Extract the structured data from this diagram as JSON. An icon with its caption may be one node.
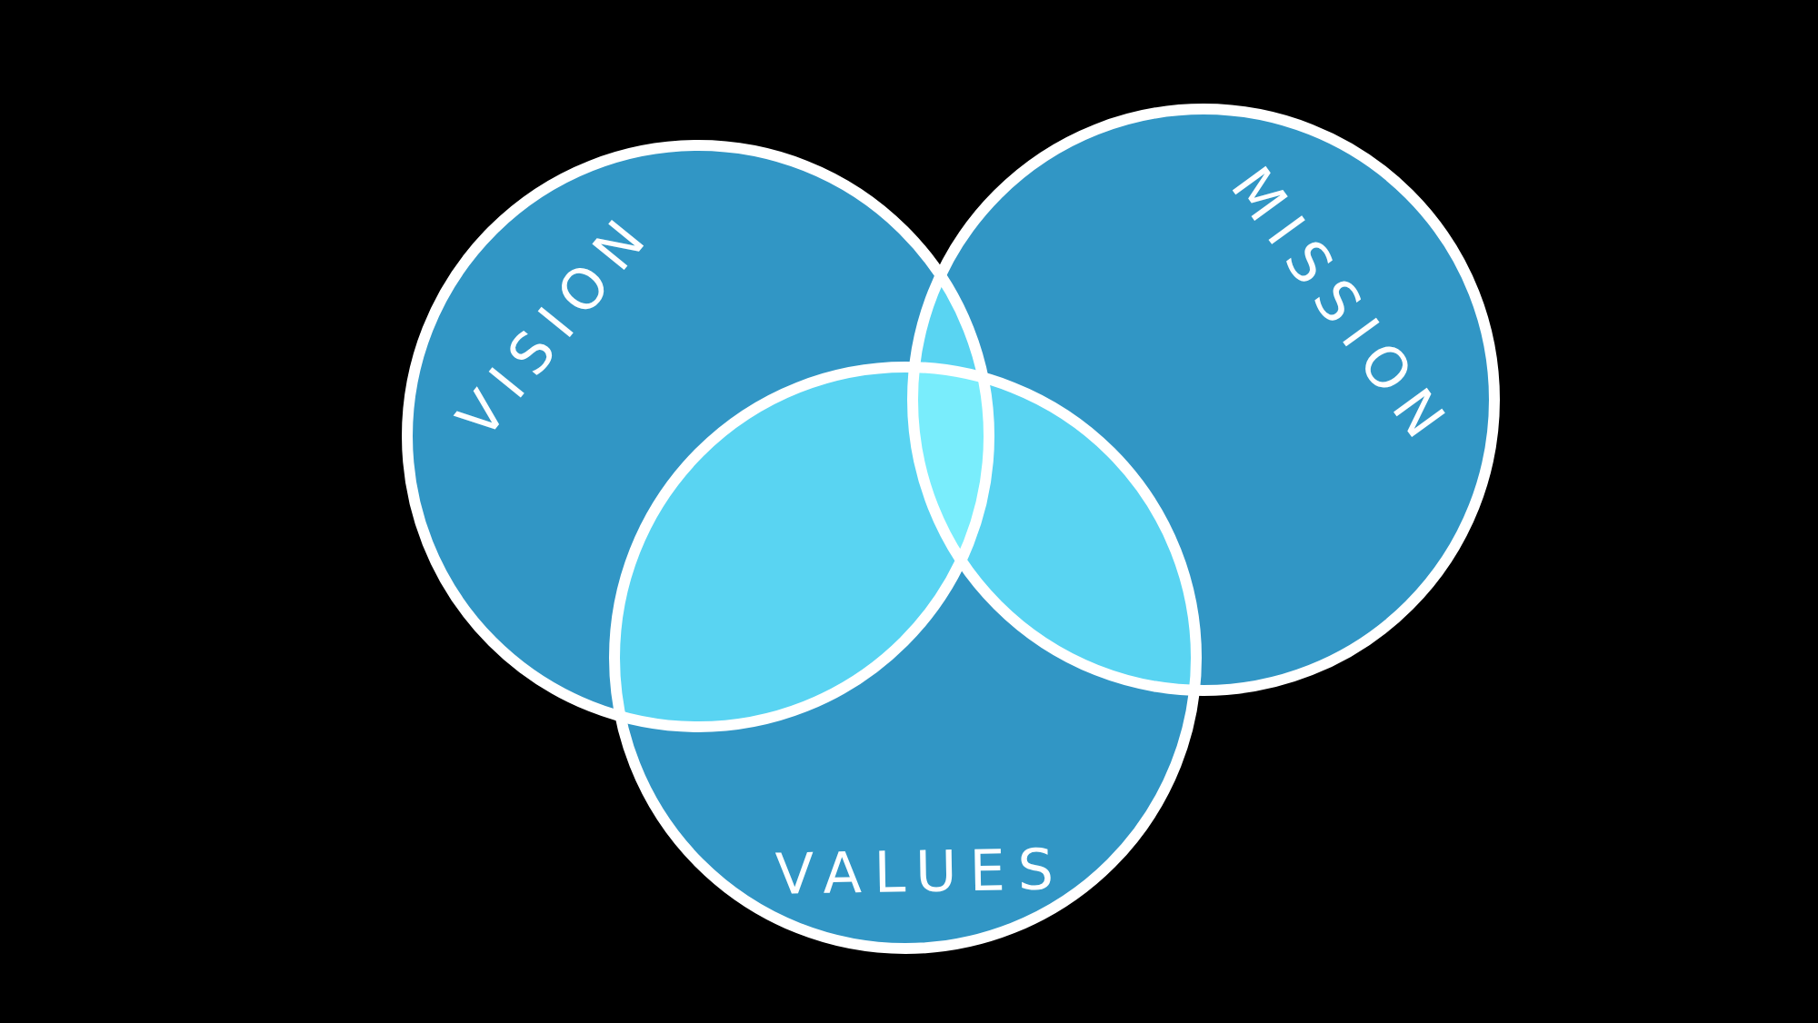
{
  "diagram": {
    "nodes": [
      {
        "text": [
          "VISION"
        ]
      },
      {
        "text": [
          "MISSION"
        ]
      },
      {
        "text": [
          "VALUES"
        ]
      }
    ]
  }
}
